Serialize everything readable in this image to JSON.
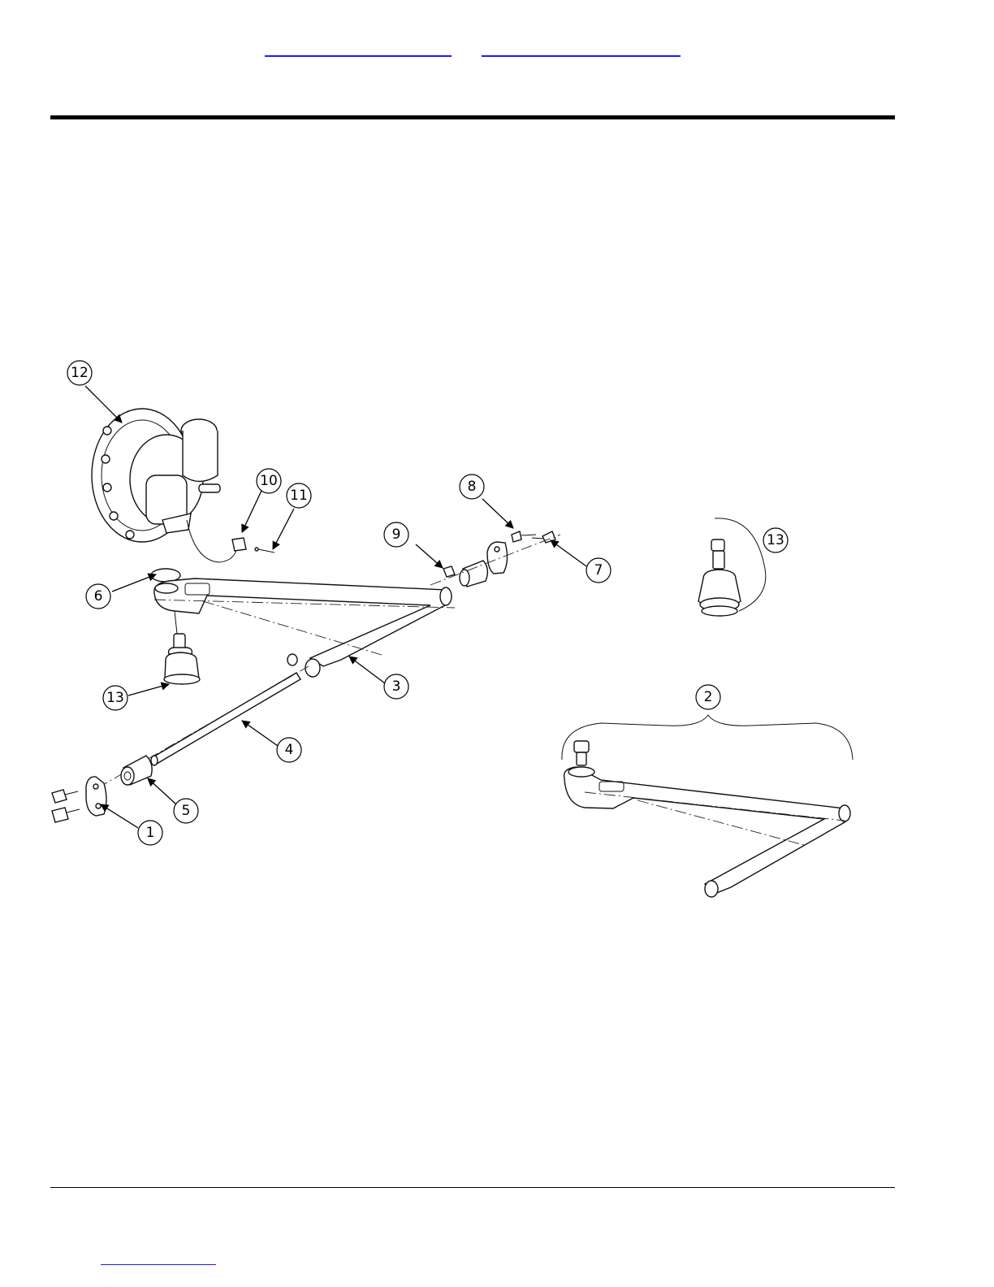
{
  "nav": {
    "top_link_1": "",
    "top_link_2": "",
    "bottom_link": ""
  },
  "callouts": [
    "1",
    "2",
    "3",
    "4",
    "5",
    "6",
    "7",
    "8",
    "9",
    "10",
    "11",
    "12",
    "13",
    "13"
  ],
  "icons": {
    "arrowhead": "arrow-icon"
  },
  "colors": {
    "link": "#1a1aff",
    "rule": "#000000"
  }
}
